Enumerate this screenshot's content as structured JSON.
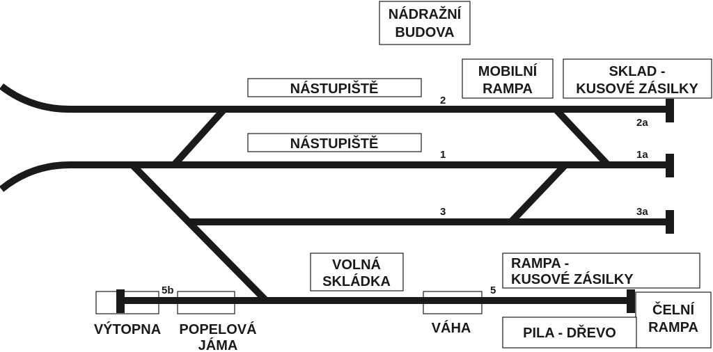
{
  "station_building": {
    "line1": "NÁDRAŽNÍ",
    "line2": "BUDOVA"
  },
  "platform_upper": "NÁSTUPIŠTĚ",
  "platform_lower": "NÁSTUPIŠTĚ",
  "mobile_ramp": {
    "line1": "MOBILNÍ",
    "line2": "RAMPA"
  },
  "warehouse": {
    "line1": "SKLAD -",
    "line2": "KUSOVÉ ZÁSILKY"
  },
  "open_storage": {
    "line1": "VOLNÁ",
    "line2": "SKLÁDKA"
  },
  "ramp_parcels": {
    "line1": "RAMPA -",
    "line2": "KUSOVÉ ZÁSILKY"
  },
  "end_ramp": {
    "line1": "ČELNÍ",
    "line2": "RAMPA"
  },
  "sawmill": "PILA - DŘEVO",
  "heating_house": "VÝTOPNA",
  "ash_pit": {
    "line1": "POPELOVÁ",
    "line2": "JÁMA"
  },
  "scale": "VÁHA",
  "tracks": {
    "t2": "2",
    "t2a": "2a",
    "t1": "1",
    "t1a": "1a",
    "t3": "3",
    "t3a": "3a",
    "t5": "5",
    "t5b": "5b"
  },
  "colors": {
    "ink": "#1a1a1a",
    "background": "#ffffff"
  }
}
